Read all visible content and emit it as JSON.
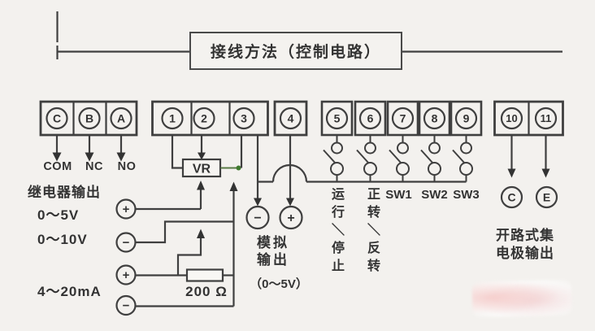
{
  "title": "接线方法（控制电路）",
  "colors": {
    "background": "#f3f1ee",
    "line": "#3f3f3f",
    "green_junction": "#3f7a2e"
  },
  "relay": {
    "terminals": [
      "C",
      "B",
      "A"
    ],
    "pins": [
      "COM",
      "NC",
      "NO"
    ],
    "label": "继电器输出"
  },
  "freq": {
    "terminals": [
      "1",
      "2",
      "3"
    ],
    "vr": "VR",
    "v5_label": "0～5V",
    "v10_label": "0～10V",
    "ma_label": "4～20mA",
    "resistor_label": "200 Ω",
    "plus": "+",
    "minus": "−"
  },
  "analog_output": {
    "terminal": "4",
    "minus": "−",
    "plus": "+",
    "label1": "模拟",
    "label2": "输出",
    "range": "（0～5V）"
  },
  "digital": {
    "terminals": [
      "5",
      "6",
      "7",
      "8",
      "9"
    ],
    "run_stop": "运行＼停止",
    "fwd_rev": "正转＼反转",
    "sw": [
      "SW1",
      "SW2",
      "SW3"
    ]
  },
  "oc": {
    "terminals": [
      "10",
      "11"
    ],
    "pins": [
      "C",
      "E"
    ],
    "label1": "开路式集",
    "label2": "电极输出"
  }
}
